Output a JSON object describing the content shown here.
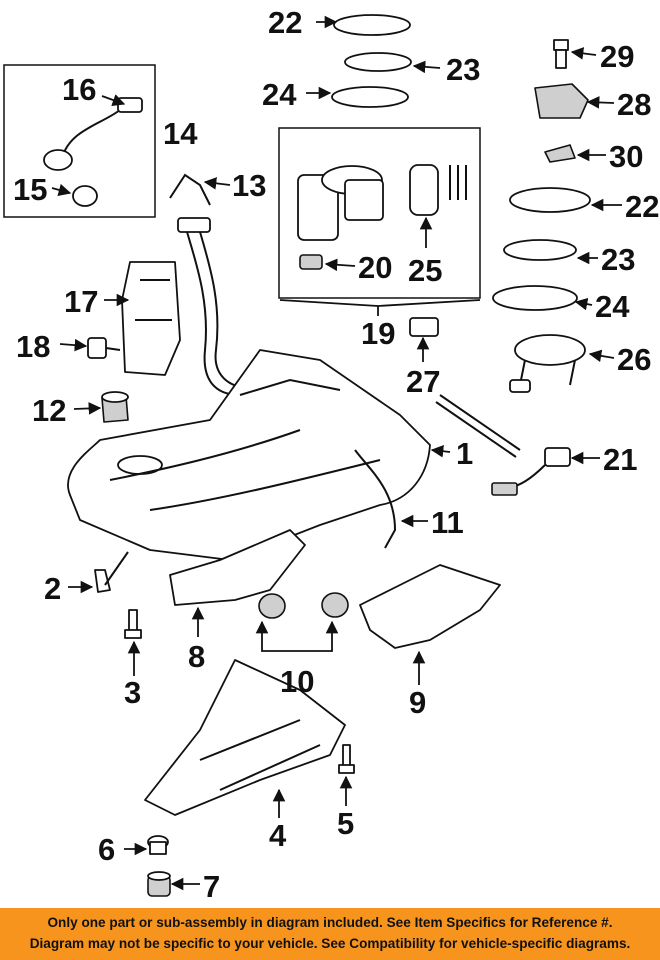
{
  "callouts": {
    "c1": "1",
    "c2": "2",
    "c3": "3",
    "c4": "4",
    "c5": "5",
    "c6": "6",
    "c7": "7",
    "c8": "8",
    "c9": "9",
    "c10": "10",
    "c11": "11",
    "c12": "12",
    "c13": "13",
    "c14": "14",
    "c15": "15",
    "c16": "16",
    "c17": "17",
    "c18": "18",
    "c19": "19",
    "c20": "20",
    "c21": "21",
    "c22a": "22",
    "c22b": "22",
    "c23a": "23",
    "c23b": "23",
    "c24a": "24",
    "c24b": "24",
    "c25": "25",
    "c26": "26",
    "c27": "27",
    "c28": "28",
    "c29": "29",
    "c30": "30"
  },
  "footer": {
    "line1": "Only one part or sub-assembly in diagram included. See Item Specifics for Reference #.",
    "line2": "Diagram may not be specific to your vehicle. See Compatibility for vehicle-specific diagrams."
  },
  "colors": {
    "footer_bg": "#f7941d",
    "ink": "#111111"
  }
}
